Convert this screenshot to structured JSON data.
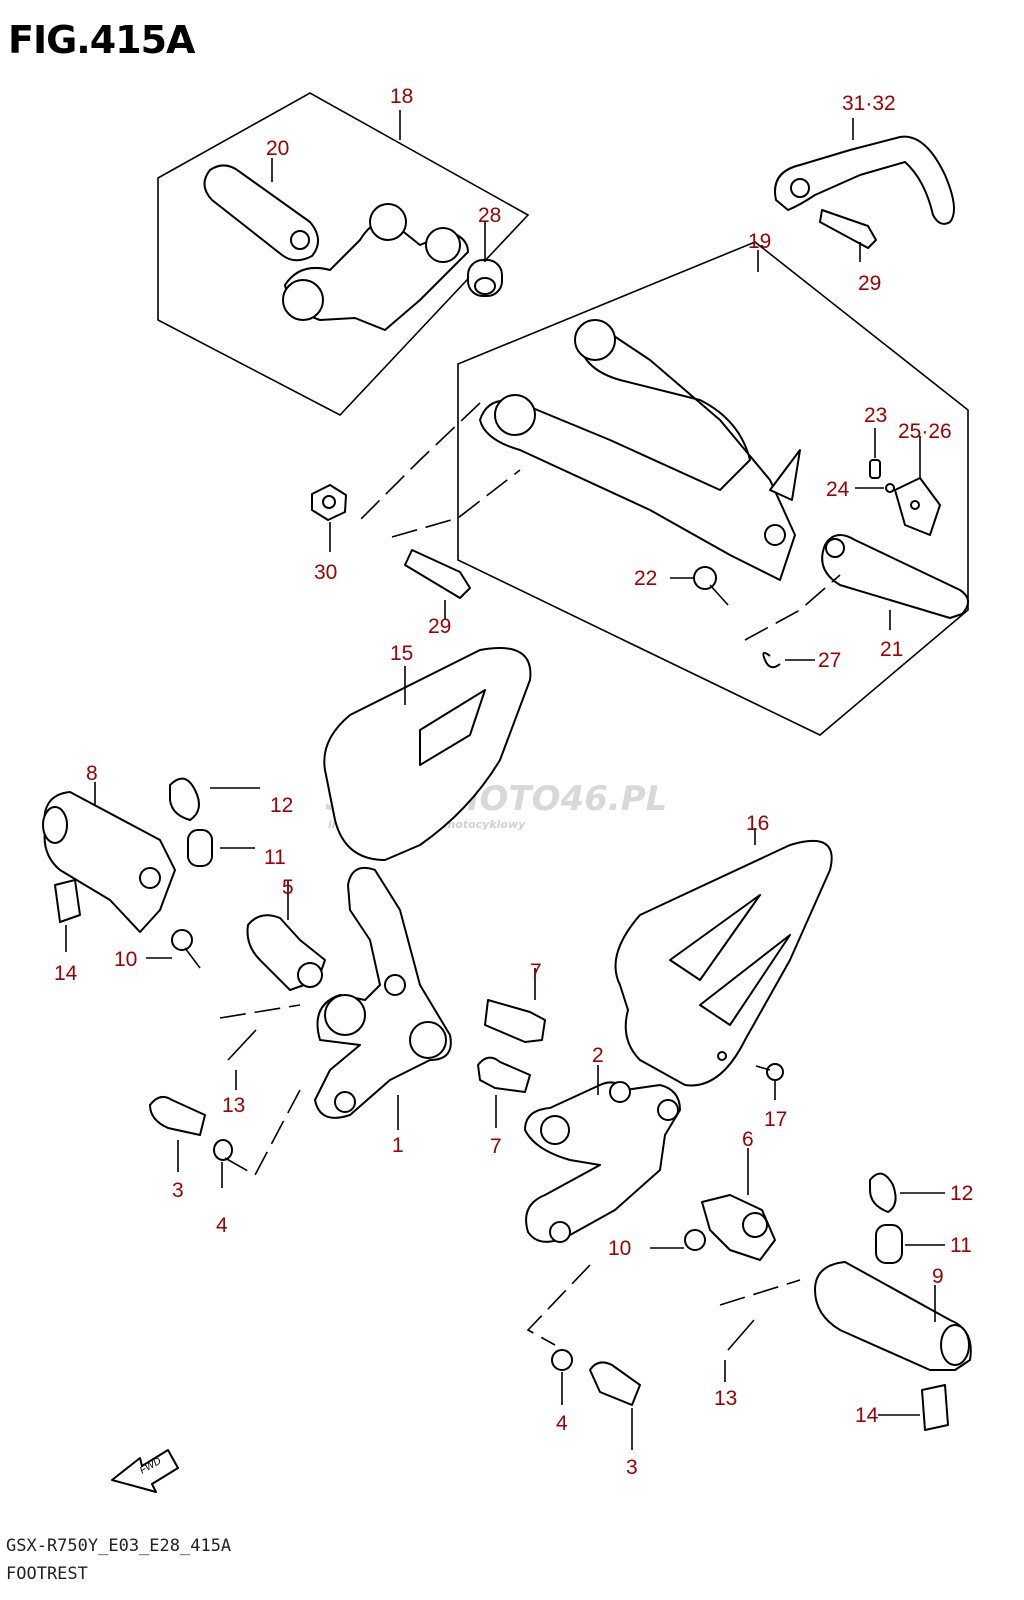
{
  "figure": {
    "title": "FIG.415A",
    "model_code": "GSX-R750Y_E03_E28_415A",
    "name": "FOOTREST"
  },
  "watermark": {
    "main": "SKLEPMOTO46.PL",
    "tagline": "internetowy sklep motocyklowy",
    "color": "#d8d8d8",
    "accent": "#f2b8b8"
  },
  "label_color": "#a00000",
  "fwd_label": "FWD",
  "callouts": {
    "c18": "18",
    "c20": "20",
    "c28": "28",
    "c3132": "31·32",
    "c29a": "29",
    "c19": "19",
    "c23": "23",
    "c2526": "25·26",
    "c24": "24",
    "c30": "30",
    "c29b": "29",
    "c22": "22",
    "c21": "21",
    "c27": "27",
    "c15": "15",
    "c8": "8",
    "c12a": "12",
    "c11a": "11",
    "c5": "5",
    "c14a": "14",
    "c10a": "10",
    "c7a": "7",
    "c16": "16",
    "c13a": "13",
    "c3a": "3",
    "c4a": "4",
    "c1": "1",
    "c7b": "7",
    "c2": "2",
    "c17": "17",
    "c6": "6",
    "c12b": "12",
    "c11b": "11",
    "c10b": "10",
    "c9": "9",
    "c13b": "13",
    "c14b": "14",
    "c4b": "4",
    "c3b": "3"
  }
}
